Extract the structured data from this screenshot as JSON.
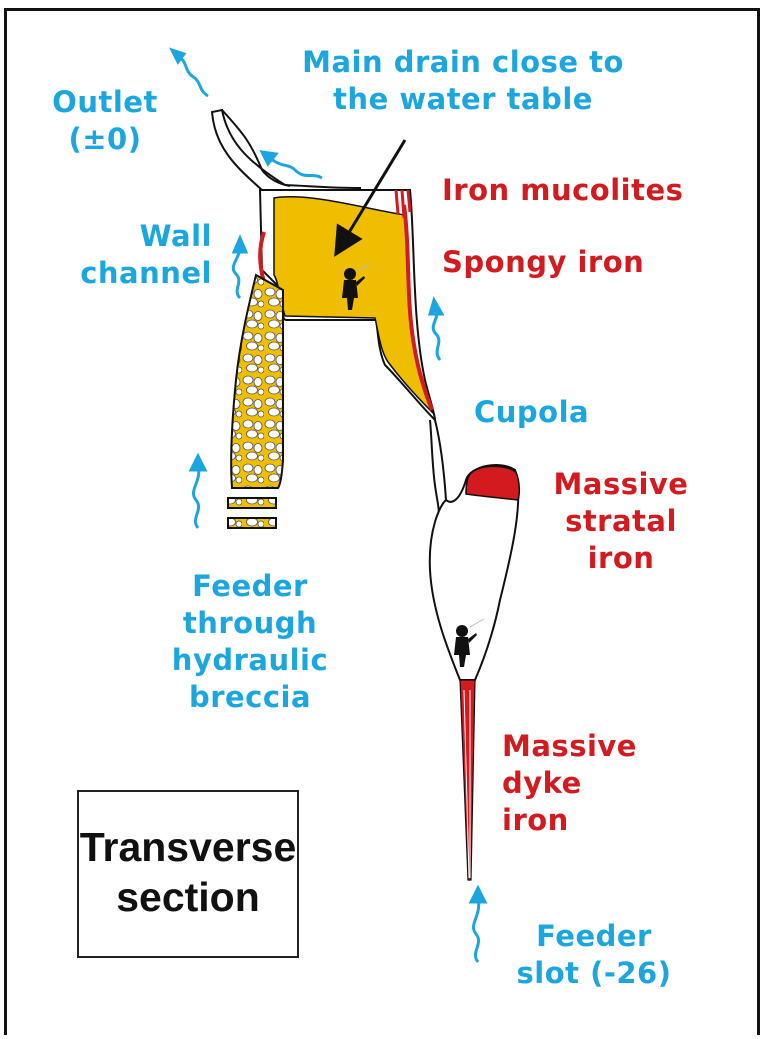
{
  "labels": {
    "main_drain": "Main drain close to\nthe water table",
    "outlet": "Outlet\n(±0)",
    "iron_mucolites": "Iron mucolites",
    "spongy_iron": "Spongy iron",
    "wall_channel": "Wall\nchannel",
    "cupola": "Cupola",
    "massive_stratal_iron": "Massive\nstratal\niron",
    "feeder_breccia": "Feeder\nthrough\nhydraulic\nbreccia",
    "massive_dyke_iron": "Massive\ndyke\niron",
    "feeder_slot": "Feeder\nslot (-26)"
  },
  "legend": {
    "title": "Transverse\nsection"
  },
  "colors": {
    "water_label": "#1ba6df",
    "iron_label": "#d21a1f",
    "cave_fill_yellow": "#efbe00",
    "iron_fill": "#d21a1f",
    "outline": "#111111"
  },
  "icons": [
    "water-flow-arrow-icon",
    "caver-silhouette-icon",
    "pointer-arrow-icon"
  ]
}
